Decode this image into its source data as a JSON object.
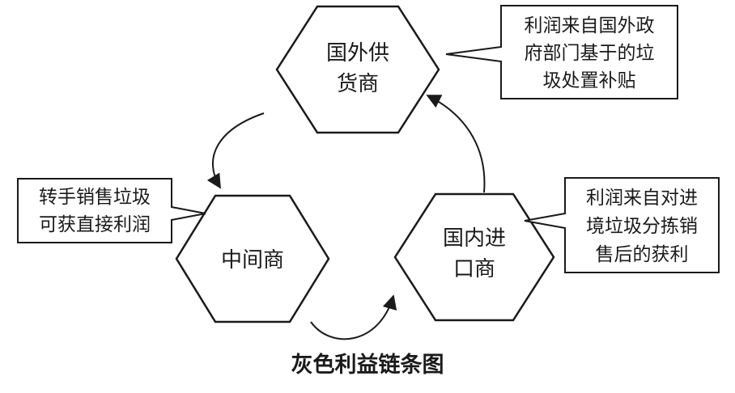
{
  "nodes": {
    "foreign_supplier": {
      "line1": "国外供",
      "line2": "货商"
    },
    "middleman": {
      "label": "中间商"
    },
    "domestic_importer": {
      "line1": "国内进",
      "line2": "口商"
    }
  },
  "callouts": {
    "foreign_supplier": [
      "利润来自国外政",
      "府部门基于的垃",
      "圾处置补贴"
    ],
    "middleman": [
      "转手销售垃圾",
      "可获直接利润"
    ],
    "domestic_importer": [
      "利润来自对进",
      "境垃圾分拣销",
      "售后的获利"
    ]
  },
  "caption": "灰色利益链条图",
  "colors": {
    "stroke": "#1a1a1a",
    "fill": "#ffffff"
  }
}
